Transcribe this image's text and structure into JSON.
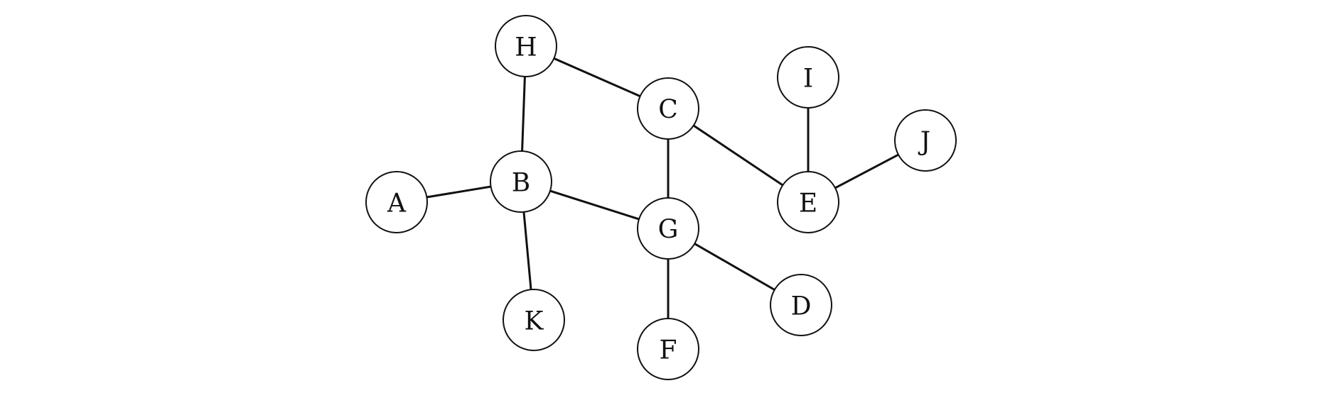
{
  "graph": {
    "nodes": [
      {
        "id": "H",
        "label": "H"
      },
      {
        "id": "C",
        "label": "C"
      },
      {
        "id": "I",
        "label": "I"
      },
      {
        "id": "J",
        "label": "J"
      },
      {
        "id": "A",
        "label": "A"
      },
      {
        "id": "B",
        "label": "B"
      },
      {
        "id": "G",
        "label": "G"
      },
      {
        "id": "E",
        "label": "E"
      },
      {
        "id": "K",
        "label": "K"
      },
      {
        "id": "D",
        "label": "D"
      },
      {
        "id": "F",
        "label": "F"
      }
    ],
    "edges": [
      [
        "H",
        "C"
      ],
      [
        "H",
        "B"
      ],
      [
        "C",
        "G"
      ],
      [
        "C",
        "E"
      ],
      [
        "I",
        "E"
      ],
      [
        "E",
        "J"
      ],
      [
        "A",
        "B"
      ],
      [
        "B",
        "G"
      ],
      [
        "B",
        "K"
      ],
      [
        "G",
        "D"
      ],
      [
        "G",
        "F"
      ]
    ],
    "colors": {
      "line": "#111111",
      "node_fill": "#ffffff"
    }
  }
}
